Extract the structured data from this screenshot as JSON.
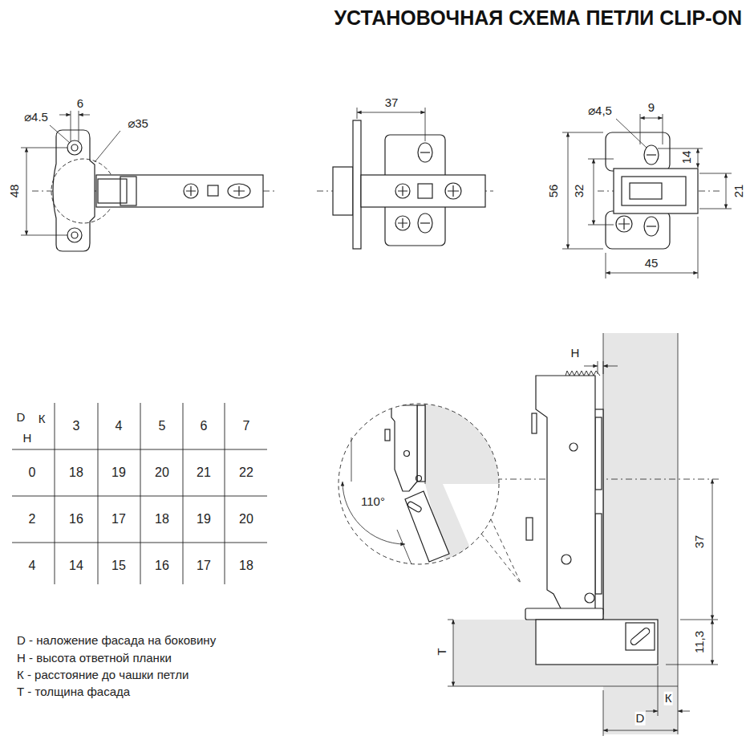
{
  "diagram": {
    "title": "УСТАНОВОЧНАЯ СХЕМА ПЕТЛИ CLIP-ON",
    "labels": [
      "⌀4.5",
      "6",
      "⌀35",
      "48",
      "37",
      "⌀4,5",
      "9",
      "14",
      "56",
      "32",
      "21",
      "45",
      "D",
      "К",
      "Н",
      "3",
      "4",
      "5",
      "6",
      "7",
      "0",
      "18",
      "19",
      "20",
      "21",
      "22",
      "2",
      "16",
      "17",
      "18",
      "19",
      "20",
      "4",
      "14",
      "15",
      "16",
      "17",
      "18",
      "D - наложение фасада на боковину",
      "Н - высота ответной планки",
      "К - расстояние до чашки петли",
      "Т - толщина фасада",
      "Н",
      "110°",
      "37",
      "11,3",
      "Т",
      "К",
      "D"
    ]
  }
}
